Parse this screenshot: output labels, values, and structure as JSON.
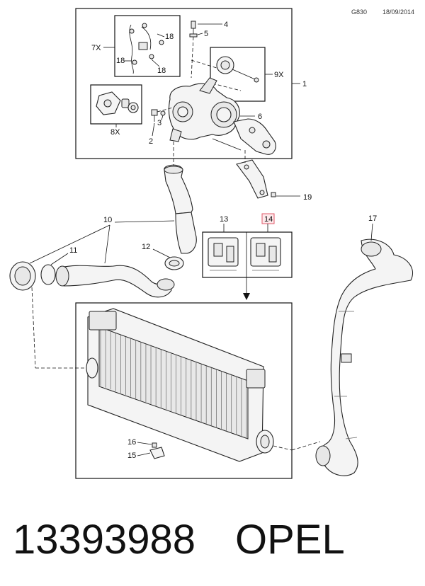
{
  "header": {
    "code": "G830",
    "date": "18/09/2014"
  },
  "callouts": {
    "c1": "1",
    "c2": "2",
    "c3": "3",
    "c4": "4",
    "c5": "5",
    "c6": "6",
    "c7x": "7X",
    "c8x": "8X",
    "c9x": "9X",
    "c10": "10",
    "c11": "11",
    "c12": "12",
    "c13": "13",
    "c14": "14",
    "c15": "15",
    "c16": "16",
    "c17": "17",
    "c18a": "18",
    "c18b": "18",
    "c18c": "18",
    "c19": "19"
  },
  "highlight_color": "#e05a6a",
  "footer": {
    "part_number": "13393988",
    "brand": "OPEL"
  }
}
